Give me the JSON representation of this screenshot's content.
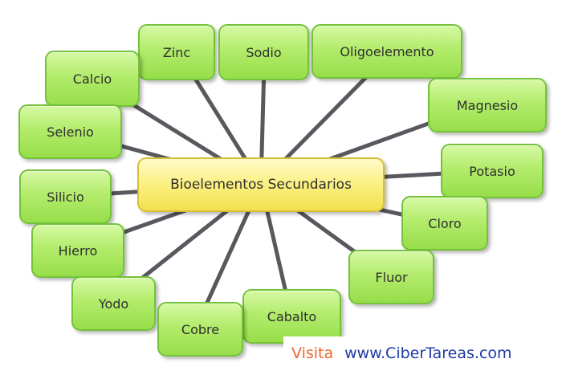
{
  "center": {
    "label": "Bioelementos Secundarios"
  },
  "nodes": [
    {
      "id": "zinc",
      "label": "Zinc"
    },
    {
      "id": "sodio",
      "label": "Sodio"
    },
    {
      "id": "oligoelemento",
      "label": "Oligoelemento"
    },
    {
      "id": "calcio",
      "label": "Calcio"
    },
    {
      "id": "magnesio",
      "label": "Magnesio"
    },
    {
      "id": "selenio",
      "label": "Selenio"
    },
    {
      "id": "potasio",
      "label": "Potasio"
    },
    {
      "id": "silicio",
      "label": "Silicio"
    },
    {
      "id": "cloro",
      "label": "Cloro"
    },
    {
      "id": "hierro",
      "label": "Hierro"
    },
    {
      "id": "fluor",
      "label": "Fluor"
    },
    {
      "id": "yodo",
      "label": "Yodo"
    },
    {
      "id": "cabalto",
      "label": "Cabalto"
    },
    {
      "id": "cobre",
      "label": "Cobre"
    }
  ],
  "watermark": {
    "prefix": "Visita",
    "site": "www.CiberTareas.com"
  },
  "colors": {
    "node_fill": "#b3ec6c",
    "node_border": "#74c23a",
    "center_fill": "#fbf080",
    "center_border": "#d9bf38",
    "connector": "#58585e",
    "watermark_prefix": "#f0652e",
    "watermark_site": "#1f3aa6"
  }
}
